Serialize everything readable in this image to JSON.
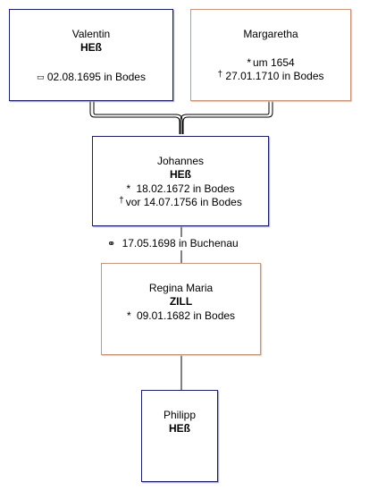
{
  "persons": {
    "valentin": {
      "given": "Valentin",
      "surname": "HEß",
      "event_symbol": "▭",
      "event_text": "02.08.1695 in Bodes"
    },
    "margaretha": {
      "given": "Margaretha",
      "birth_symbol": "*",
      "birth_text": "um 1654",
      "death_symbol": "†",
      "death_text": "27.01.1710 in Bodes"
    },
    "johannes": {
      "given": "Johannes",
      "surname": "HEß",
      "birth_symbol": "*",
      "birth_text": "18.02.1672 in Bodes",
      "death_symbol": "†",
      "death_text": "vor 14.07.1756 in Bodes"
    },
    "regina": {
      "given": "Regina Maria",
      "surname": "ZILL",
      "birth_symbol": "*",
      "birth_text": "09.01.1682 in Bodes"
    },
    "philipp": {
      "given": "Philipp",
      "surname": "HEß"
    }
  },
  "marriage": {
    "symbol": "⚭",
    "text": "17.05.1698 in Buchenau"
  },
  "colors": {
    "male_border": "#1e1e64",
    "female_border": "#c8967a",
    "connector": "#000000"
  }
}
